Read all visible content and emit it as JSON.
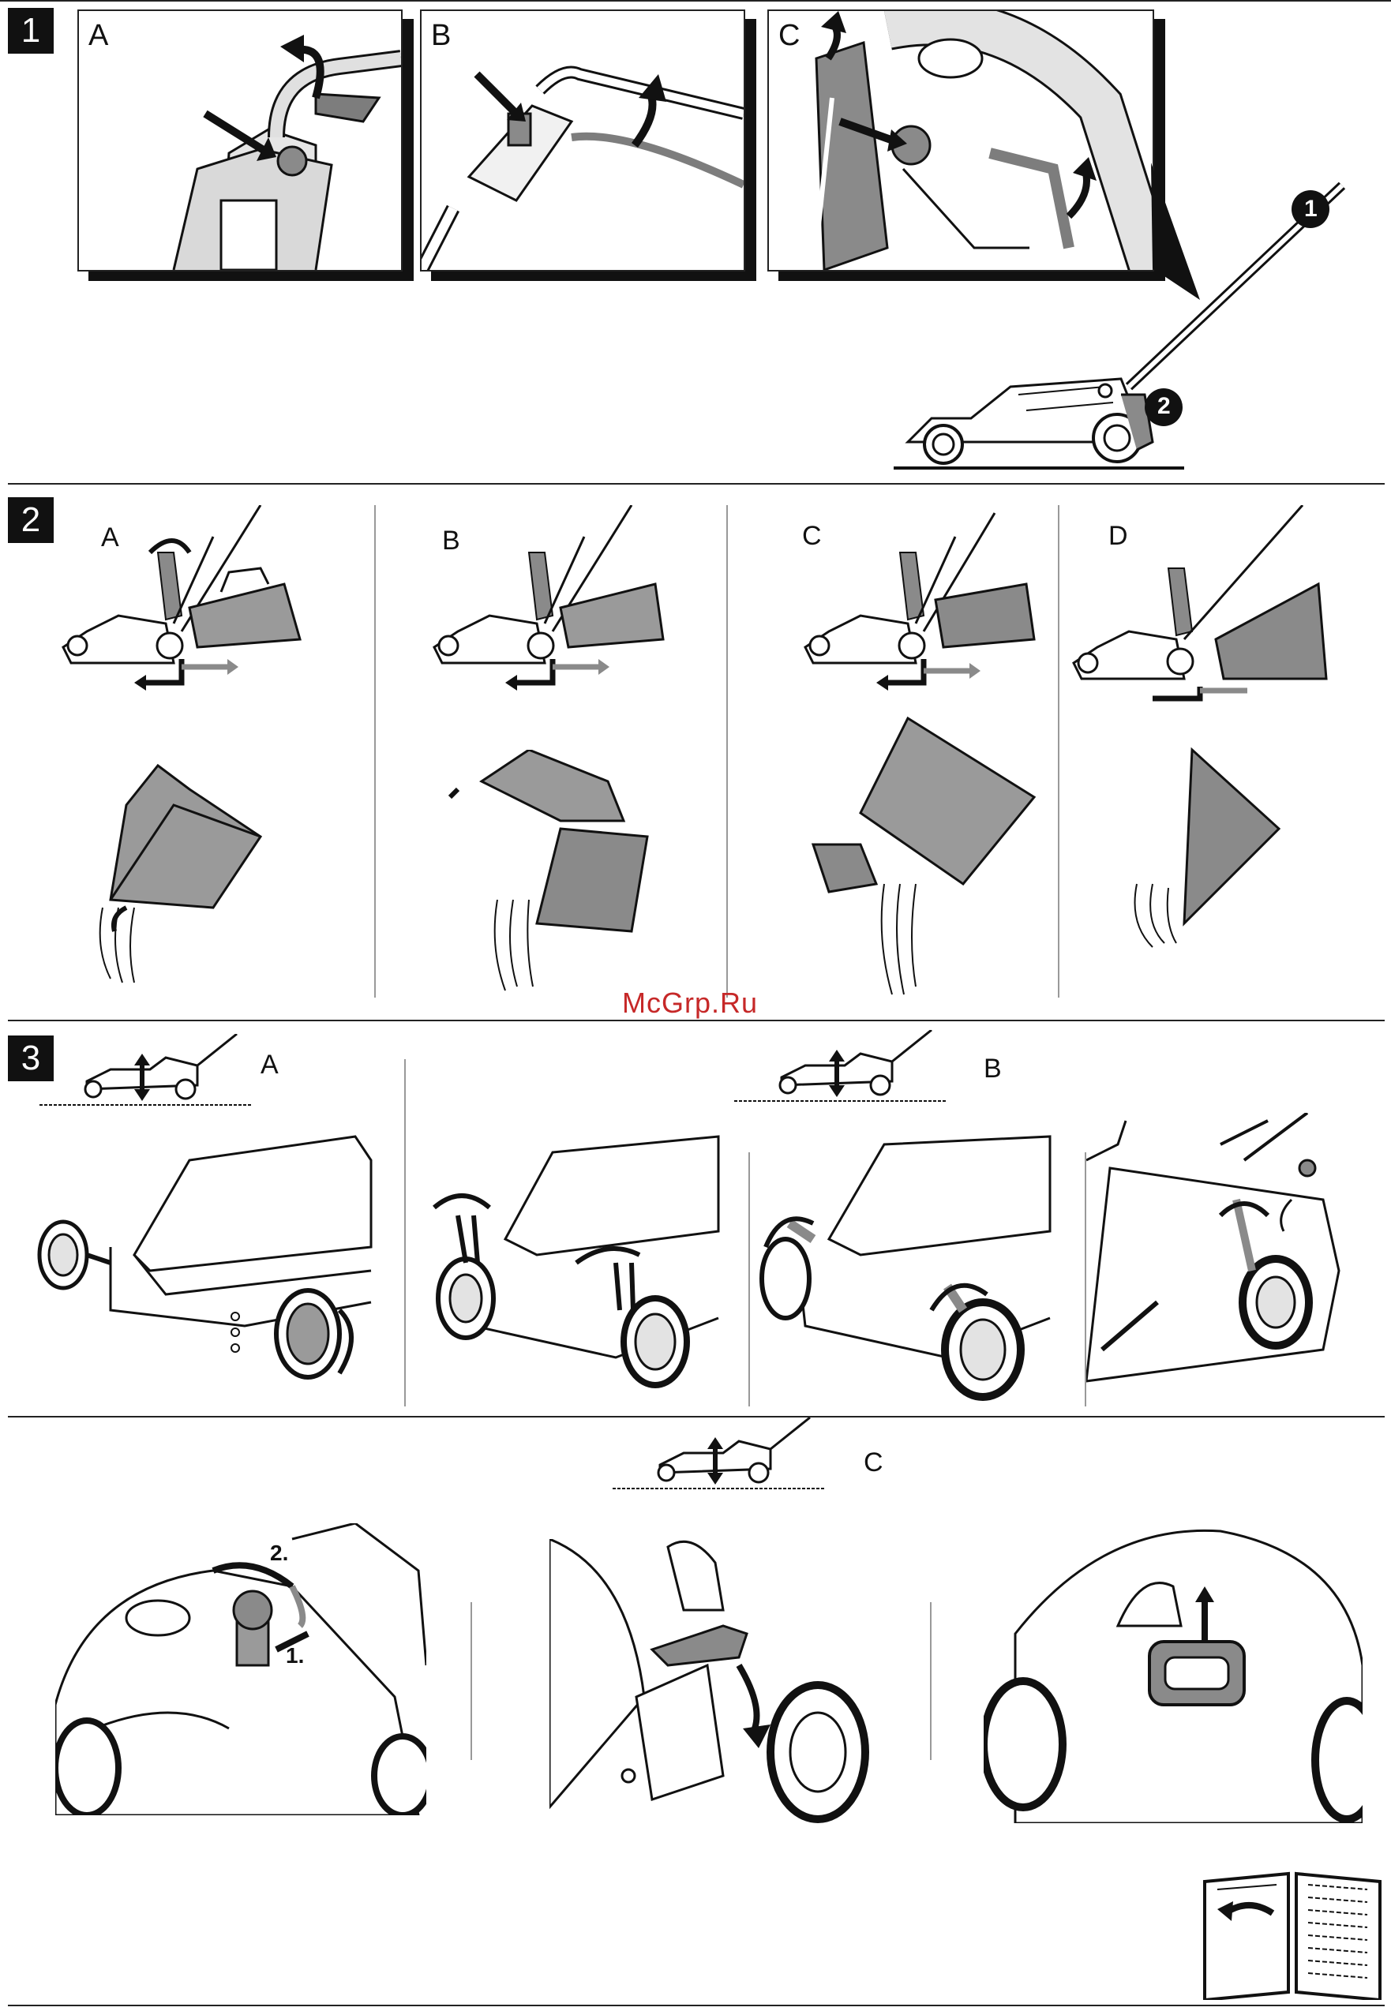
{
  "sections": [
    {
      "number": "1",
      "panels": [
        "A",
        "B",
        "C"
      ],
      "callouts": [
        "1",
        "2"
      ]
    },
    {
      "number": "2",
      "panels": [
        "A",
        "B",
        "C",
        "D"
      ]
    },
    {
      "number": "3",
      "panels": [
        "A",
        "B",
        "C"
      ]
    }
  ],
  "section3": {
    "steps": [
      "2.",
      "1."
    ]
  },
  "watermark": "McGrp.Ru",
  "icons": [
    "mower-height-icon",
    "rotate-arrow-icon",
    "handle-clamp-icon",
    "grass-box-icon",
    "book-turn-page-icon"
  ],
  "colors": {
    "line": "#111111",
    "grey_fill": "#8a8a8a",
    "light_fill": "#d9d9d9",
    "watermark": "#c62828"
  }
}
